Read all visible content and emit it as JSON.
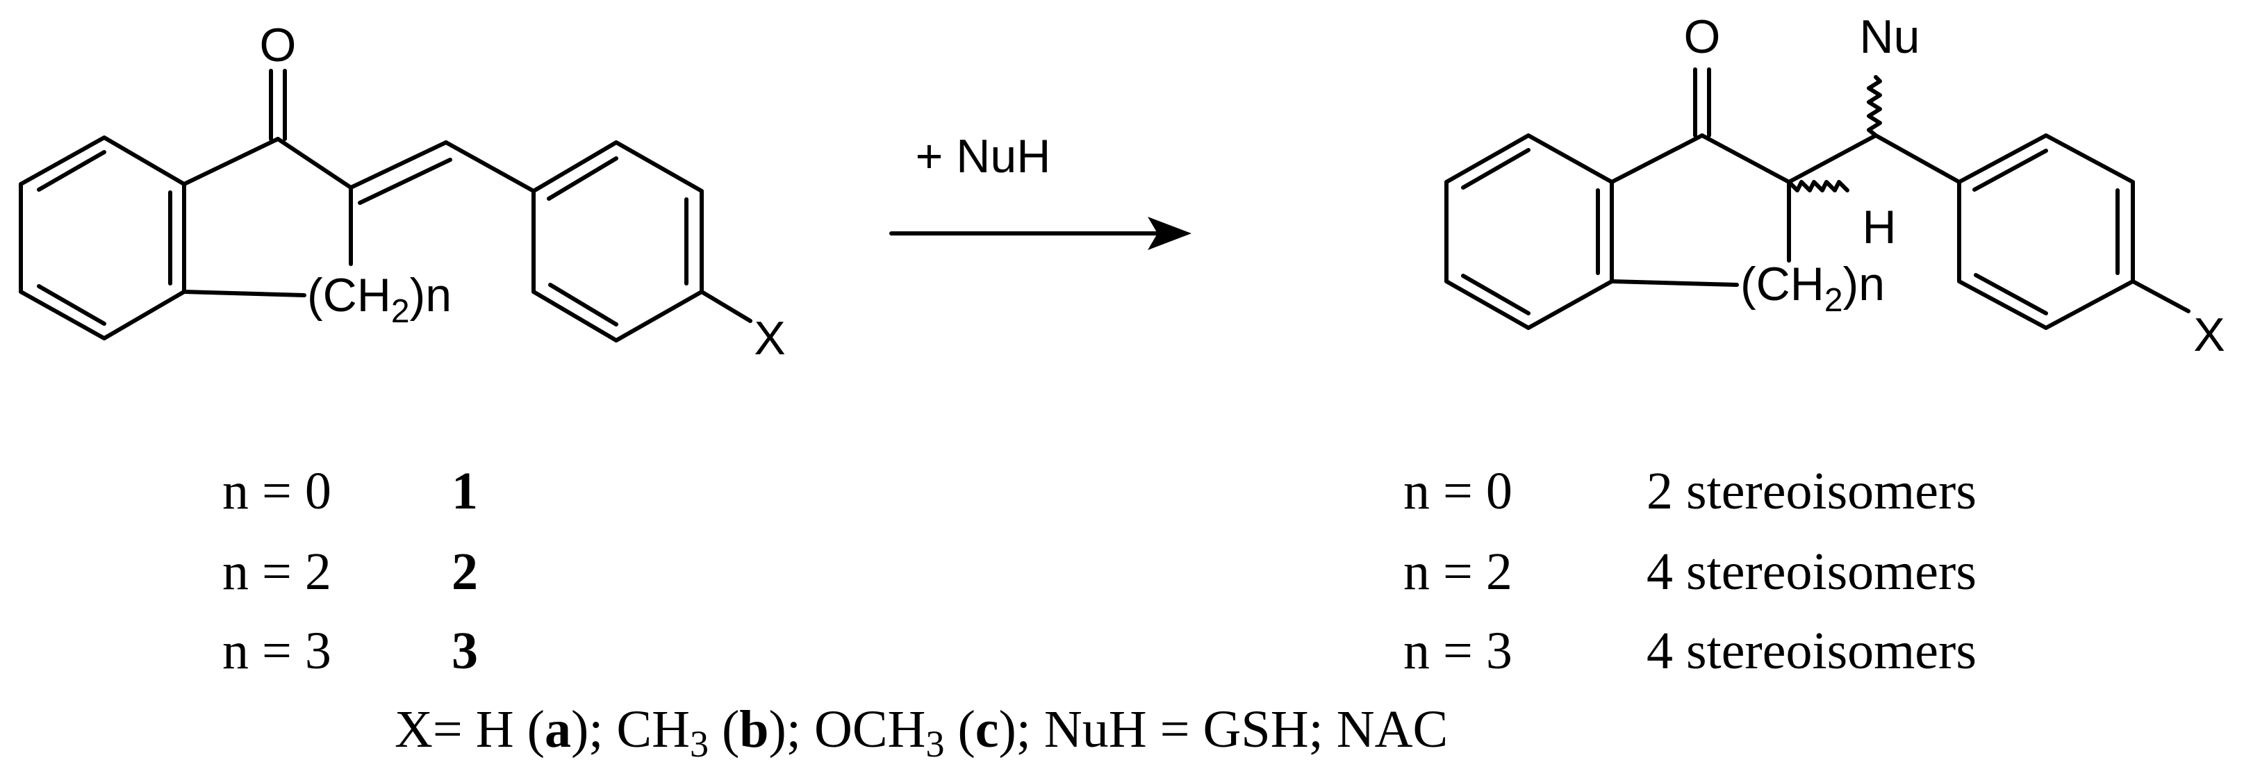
{
  "reagent": {
    "label": "+ NuH"
  },
  "reactant": {
    "carbonyl_o": "O",
    "chain": {
      "open": "(CH",
      "sub": "2",
      "close": ")n"
    },
    "substituent": "X"
  },
  "product": {
    "carbonyl_o": "O",
    "nucleophile": "Nu",
    "hydrogen": "H",
    "chain": {
      "open": "(CH",
      "sub": "2",
      "close": ")n"
    },
    "substituent": "X"
  },
  "reactant_table": [
    {
      "n": "n = 0",
      "compound": "1"
    },
    {
      "n": "n = 2",
      "compound": "2"
    },
    {
      "n": "n = 3",
      "compound": "3"
    }
  ],
  "product_table": [
    {
      "n": "n = 0",
      "isomers": "2 stereoisomers"
    },
    {
      "n": "n = 2",
      "isomers": "4 stereoisomers"
    },
    {
      "n": "n = 3",
      "isomers": "4 stereoisomers"
    }
  ],
  "footnote": {
    "x_h": "X= H (",
    "a": "a",
    "semi1": ");  CH",
    "sub3a": "3",
    "b_open": " (",
    "b": "b",
    "semi2": ");  OCH",
    "sub3b": "3",
    "c_open": " (",
    "c": "c",
    "tail": "); NuH = GSH; NAC"
  }
}
